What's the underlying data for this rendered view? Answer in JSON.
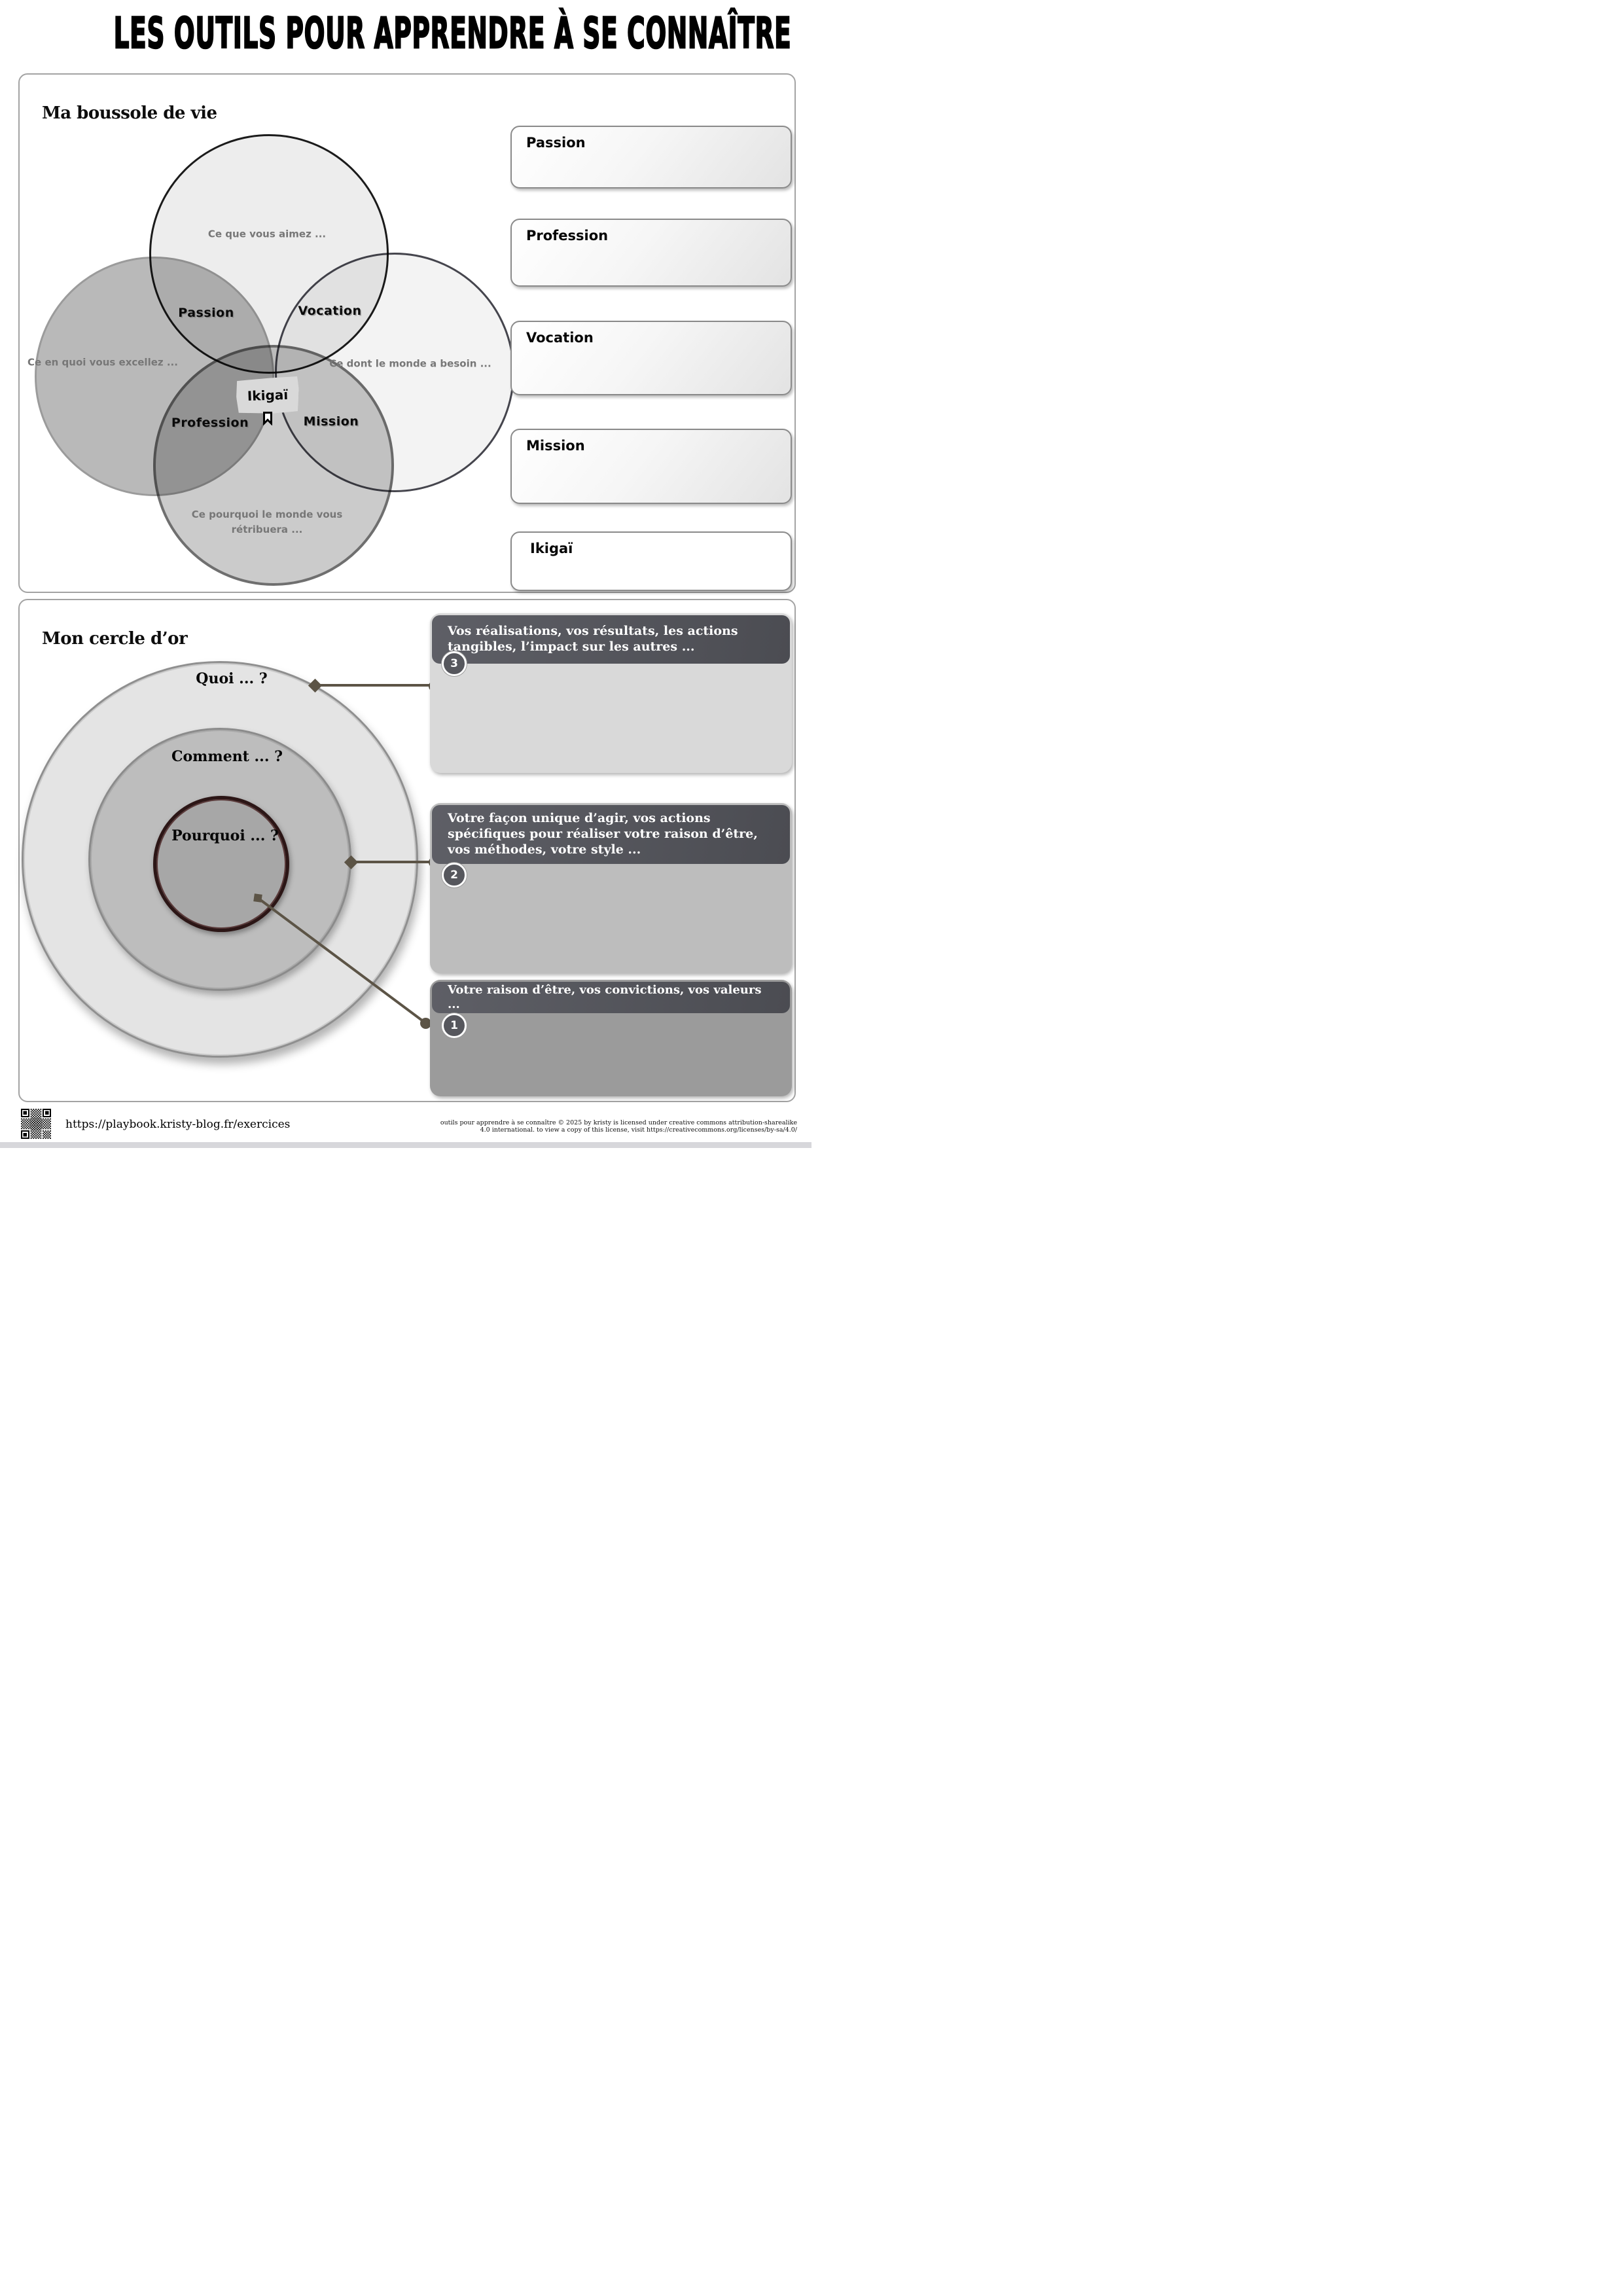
{
  "page": {
    "title": "LES OUTILS POUR APPRENDRE À SE CONNAÎTRE"
  },
  "boussole": {
    "heading": "Ma boussole de vie",
    "venn": {
      "love": "Ce que vous aimez ...",
      "excel": "Ce en quoi vous excellez ...",
      "need": "Ce dont le monde a besoin ...",
      "paid": "Ce pourquoi le monde vous\nrétribuera ...",
      "passion": "Passion",
      "vocation": "Vocation",
      "profession": "Profession",
      "mission": "Mission",
      "ikigai": "Ikigaï"
    },
    "fields": [
      {
        "label": "Passion"
      },
      {
        "label": "Profession"
      },
      {
        "label": "Vocation"
      },
      {
        "label": "Mission"
      },
      {
        "label": "Ikigaï"
      }
    ]
  },
  "cercle": {
    "heading": "Mon cercle d’or",
    "rings": [
      {
        "label": "Quoi ... ?"
      },
      {
        "label": "Comment ... ?"
      },
      {
        "label": "Pourquoi ... ?"
      }
    ],
    "notes": [
      {
        "number": "3",
        "text": "Vos réalisations, vos résultats, les actions tangibles, l’impact sur les autres ..."
      },
      {
        "number": "2",
        "text": "Votre façon unique d’agir, vos actions spécifiques pour réaliser votre raison d’être, vos méthodes, votre style ..."
      },
      {
        "number": "1",
        "text": "Votre raison d’être, vos convictions, vos valeurs ..."
      }
    ]
  },
  "footer": {
    "url": "https://playbook.kristy-blog.fr/exercices",
    "license_line1": "outils pour apprendre à se connaître © 2025 by kristy is licensed under creative commons attribution-sharealike",
    "license_line2": "4.0 international. to view a copy of this license, visit https://creativecommons.org/licenses/by-sa/4.0/"
  },
  "colors": {
    "connector": "#5c5446",
    "note_header": "#54555c",
    "note_body_3": "#d9d9d9",
    "note_body_2": "#bdbdbd",
    "note_body_1": "#9b9b9b"
  }
}
